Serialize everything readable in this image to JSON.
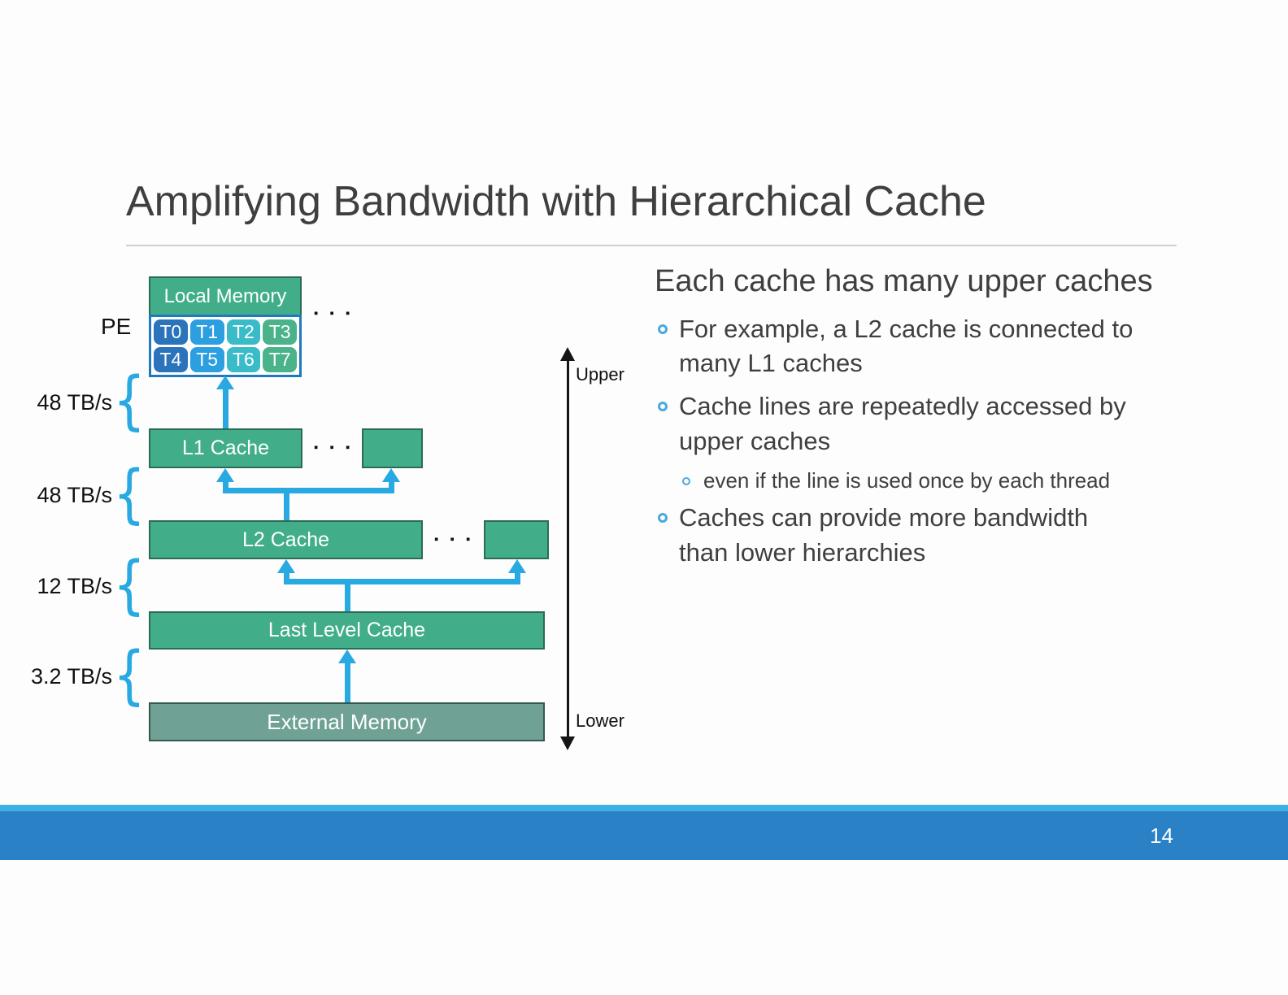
{
  "slide": {
    "title": "Amplifying Bandwidth with Hierarchical Cache",
    "page_number": "14"
  },
  "diagram": {
    "pe_label": "PE",
    "local_memory_label": "Local Memory",
    "threads": [
      "T0",
      "T1",
      "T2",
      "T3",
      "T4",
      "T5",
      "T6",
      "T7"
    ],
    "ellipsis": "▪ ▪ ▪",
    "cache_levels": [
      {
        "label": "L1 Cache"
      },
      {
        "label": "L2 Cache"
      },
      {
        "label": "Last Level Cache"
      },
      {
        "label": "External Memory"
      }
    ],
    "bandwidths": [
      "48 TB/s",
      "48 TB/s",
      "12 TB/s",
      "3.2 TB/s"
    ],
    "axis": {
      "upper": "Upper",
      "lower": "Lower"
    }
  },
  "content": {
    "heading": "Each cache has many upper caches",
    "bullets": [
      {
        "level": 1,
        "text": "For example, a L2 cache is connected to\nmany L1 caches"
      },
      {
        "level": 1,
        "text": "Cache lines are repeatedly accessed by\nupper caches"
      },
      {
        "level": 2,
        "text": "even if the line is used once by each thread"
      },
      {
        "level": 1,
        "text": "Caches can provide more bandwidth\nthan lower hierarchies"
      }
    ]
  },
  "colors": {
    "green_fill": "#41AE89",
    "green_border": "#2B6B58",
    "ext_fill": "#6FA295",
    "ext_border": "#35584E",
    "arrow_blue": "#29A9E1",
    "grid_border": "#1E79BE",
    "t_dark_blue": "#2B74BB",
    "t_blue": "#2C9FE0",
    "t_teal": "#39BCC8",
    "t_green": "#4BB389",
    "footer_bar": "#2B81C5",
    "footer_strip": "#3FB0E4",
    "text_dark": "#3F3F3F",
    "bullet_blue": "#4AA9DD"
  }
}
